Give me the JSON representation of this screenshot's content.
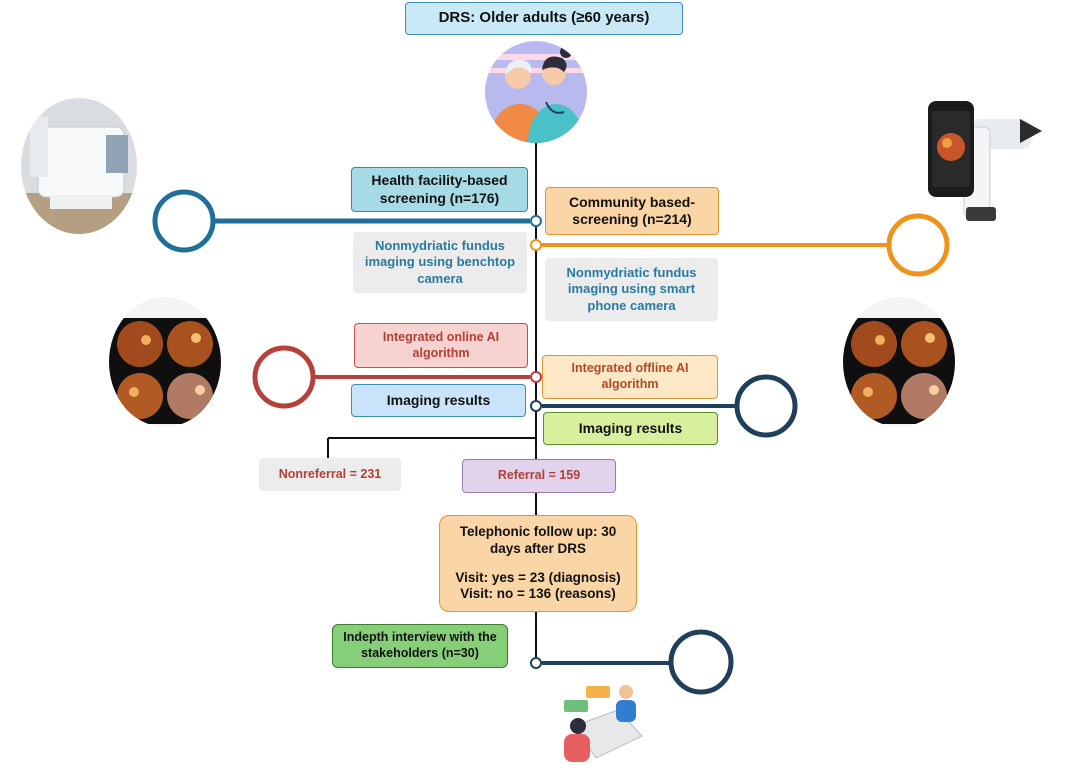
{
  "title": "DRS: Older adults (≥60 years)",
  "health_facility": "Health facility-based screening (n=176)",
  "community": "Community based-screening (n=214)",
  "benchtop": "Nonmydriatic fundus imaging using benchtop camera",
  "smartphone": "Nonmydriatic fundus imaging using smart phone camera",
  "online_ai": "Integrated online AI algorithm",
  "offline_ai": "Integrated offline AI algorithm",
  "imaging_results_left": "Imaging results",
  "imaging_results_right": "Imaging results",
  "nonreferral": "Nonreferral = 231",
  "referral": "Referral = 159",
  "followup": {
    "line1": "Telephonic follow up: 30 days after DRS",
    "line2": "Visit: yes = 23 (diagnosis)",
    "line3": "Visit: no = 136 (reasons)"
  },
  "interview": "Indepth interview with the stakeholders (n=30)",
  "colors": {
    "spine": "#111111",
    "health_branch": "#1f6f9a",
    "community_branch": "#f0921e",
    "online_branch": "#b5413a",
    "results_branch": "#1f3f5a",
    "interview_branch": "#1f3f5a"
  },
  "icons": [
    "benchtop-camera-icon",
    "caregiver-elder-icon",
    "handheld-camera-icon",
    "fundus-images-left-icon",
    "fundus-images-right-icon",
    "interview-people-icon"
  ]
}
